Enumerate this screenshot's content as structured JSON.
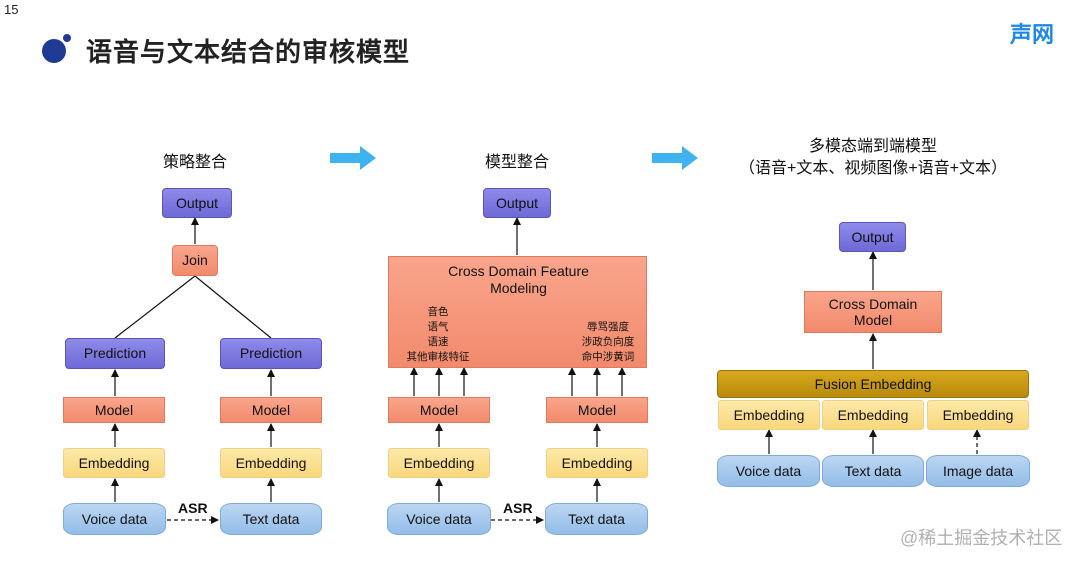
{
  "slide": {
    "number": "15",
    "title": "语音与文本结合的审核模型",
    "logo": "声网",
    "watermark": "@稀土掘金技术社区"
  },
  "panel1": {
    "heading": "策略整合",
    "output": "Output",
    "join": "Join",
    "prediction_left": "Prediction",
    "prediction_right": "Prediction",
    "model_left": "Model",
    "model_right": "Model",
    "embedding_left": "Embedding",
    "embedding_right": "Embedding",
    "voice_data": "Voice data",
    "text_data": "Text data",
    "asr": "ASR"
  },
  "panel2": {
    "heading": "模型整合",
    "output": "Output",
    "cross_domain_line1": "Cross Domain Feature",
    "cross_domain_line2": "Modeling",
    "voice_features": [
      "音色",
      "语气",
      "语速",
      "其他审核特征"
    ],
    "text_features": [
      "辱骂强度",
      "涉政负向度",
      "命中涉黄词"
    ],
    "model_left": "Model",
    "model_right": "Model",
    "embedding_left": "Embedding",
    "embedding_right": "Embedding",
    "voice_data": "Voice data",
    "text_data": "Text data",
    "asr": "ASR"
  },
  "panel3": {
    "heading_line1": "多模态端到端模型",
    "heading_line2": "（语音+文本、视频图像+语音+文本）",
    "output": "Output",
    "cross_domain_line1": "Cross Domain",
    "cross_domain_line2": "Model",
    "fusion": "Fusion Embedding",
    "embedding_1": "Embedding",
    "embedding_2": "Embedding",
    "embedding_3": "Embedding",
    "voice_data": "Voice data",
    "text_data": "Text data",
    "image_data": "Image data"
  },
  "colors": {
    "purple_box": "#7e7ae0",
    "salmon_box": "#f59a7c",
    "yellow_box": "#fbe29a",
    "blue_data": "#a8c8ee",
    "fusion_bar": "#c99a12",
    "transition_arrow": "#3fb3f0",
    "title_bullet": "#1f3a93",
    "logo": "#1e88e5"
  },
  "icons": {
    "bullet": "dot-bullet-icon",
    "transition": "right-arrow-icon"
  }
}
